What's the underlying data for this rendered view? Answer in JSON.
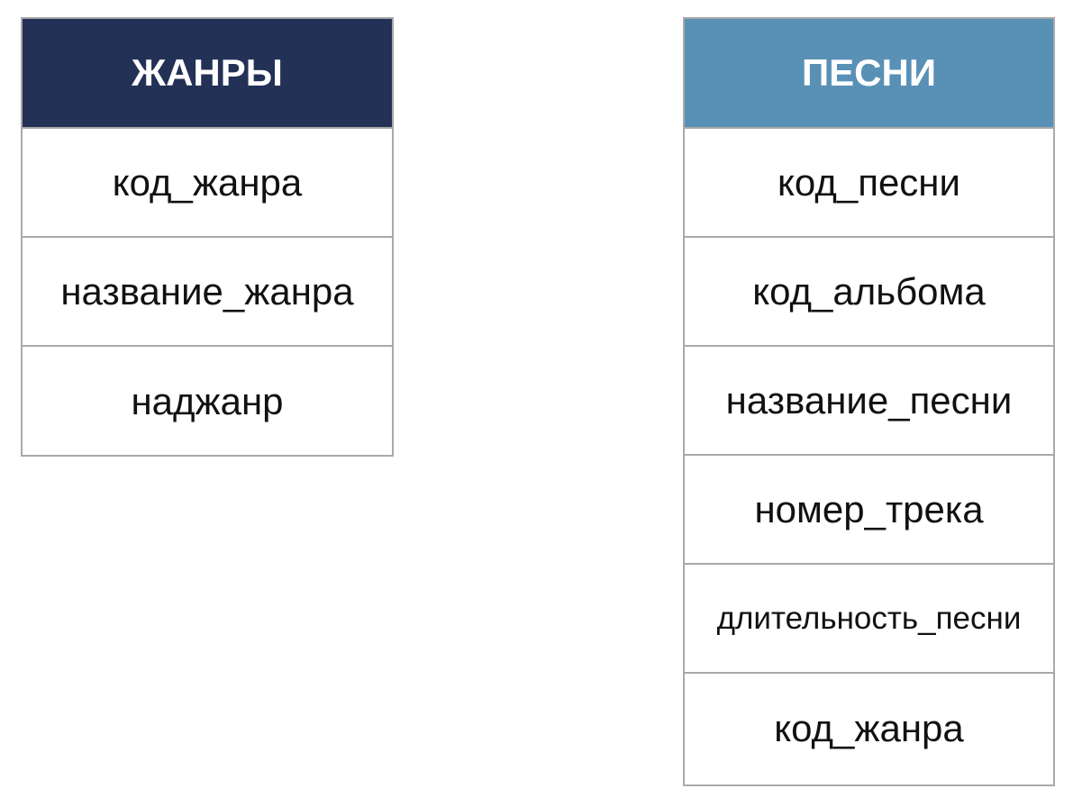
{
  "genres_table": {
    "title": "ЖАНРЫ",
    "fields": [
      "код_жанра",
      "название_жанра",
      "наджанр"
    ]
  },
  "songs_table": {
    "title": "ПЕСНИ",
    "fields": [
      "код_песни",
      "код_альбома",
      "название_песни",
      "номер_трека",
      "длительность_песни",
      "код_жанра"
    ]
  },
  "colors": {
    "genres_header": "#233156",
    "songs_header": "#5990b6",
    "border": "#a9a9a9",
    "text": "#111111"
  }
}
